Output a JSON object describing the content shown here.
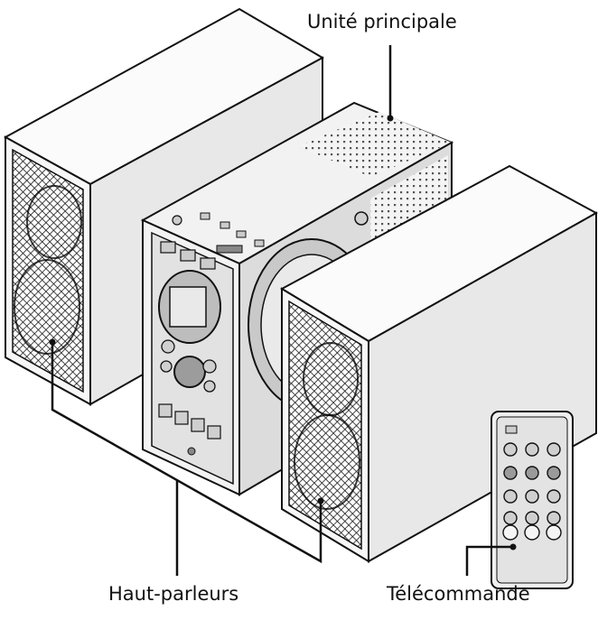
{
  "labels": {
    "main_unit": "Unité principale",
    "speakers": "Haut-parleurs",
    "remote": "Télécommande"
  },
  "colors": {
    "line": "#111111",
    "face_light": "#f7f7f7",
    "face_mid": "#e6e6e6",
    "face_dark": "#c9c9c9",
    "grille": "#1a1a1a",
    "accent": "#bdbdbd"
  }
}
